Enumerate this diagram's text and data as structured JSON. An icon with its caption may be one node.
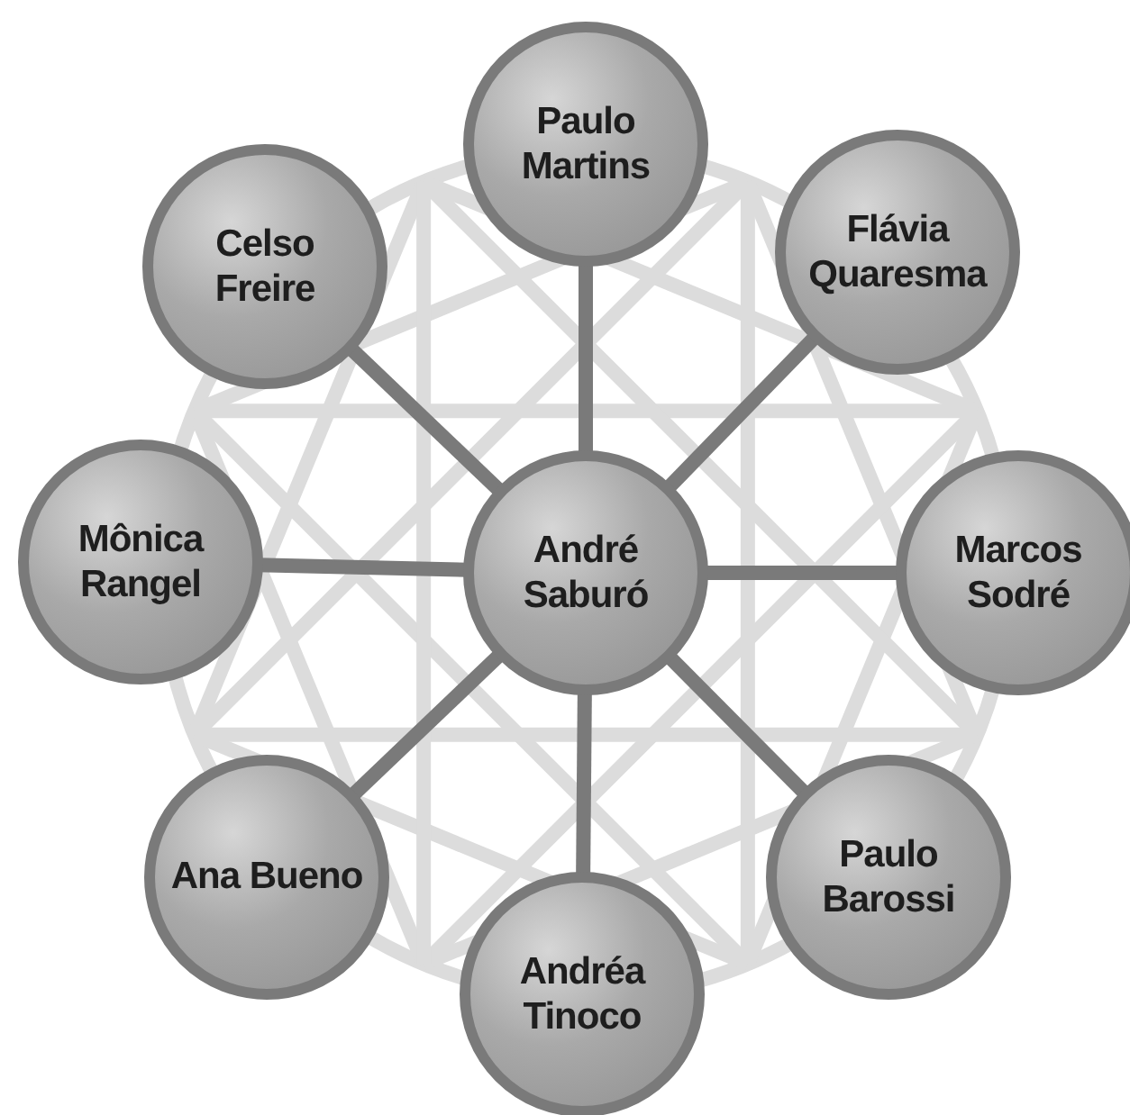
{
  "diagram": {
    "nodes": [
      {
        "text": [
          "Paulo Martins"
        ]
      },
      {
        "text": [
          "Celso Freire"
        ]
      },
      {
        "text": [
          "Flávia Quaresma"
        ]
      },
      {
        "text": [
          "Mônica Rangel"
        ]
      },
      {
        "text": [
          "André Saburó"
        ]
      },
      {
        "text": [
          "Marcos Sodré"
        ]
      },
      {
        "text": [
          "Ana Bueno"
        ]
      },
      {
        "text": [
          "Paulo Barossi"
        ]
      },
      {
        "text": [
          "Andréa Tinoco"
        ]
      }
    ],
    "edges": [
      {
        "from": 4,
        "to": 0,
        "arrow": "none"
      },
      {
        "from": 4,
        "to": 2,
        "arrow": "none"
      },
      {
        "from": 4,
        "to": 5,
        "arrow": "none"
      },
      {
        "from": 4,
        "to": 7,
        "arrow": "none"
      },
      {
        "from": 4,
        "to": 8,
        "arrow": "none"
      },
      {
        "from": 4,
        "to": 6,
        "arrow": "none"
      },
      {
        "from": 4,
        "to": 3,
        "arrow": "none"
      },
      {
        "from": 4,
        "to": 1,
        "arrow": "none"
      }
    ]
  }
}
